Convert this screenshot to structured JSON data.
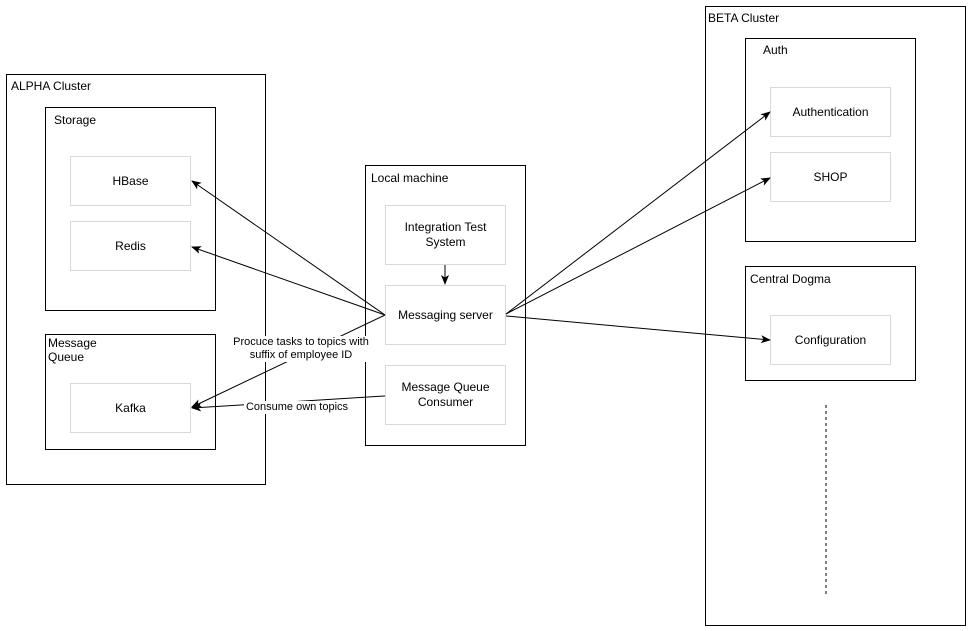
{
  "clusters": {
    "alpha": {
      "label": "ALPHA Cluster"
    },
    "beta": {
      "label": "BETA Cluster"
    },
    "local": {
      "label": "Local machine"
    }
  },
  "groups": {
    "storage": {
      "label": "Storage"
    },
    "message_queue": {
      "label": "Message\nQueue"
    },
    "auth": {
      "label": "Auth"
    },
    "central_dogma": {
      "label": "Central Dogma"
    }
  },
  "nodes": {
    "hbase": "HBase",
    "redis": "Redis",
    "kafka": "Kafka",
    "integration_test_system": "Integration Test\nSystem",
    "messaging_server": "Messaging server",
    "message_queue_consumer": "Message Queue\nConsumer",
    "authentication": "Authentication",
    "shop": "SHOP",
    "configuration": "Configuration"
  },
  "edge_labels": {
    "produce": "Procuce tasks to topics with\nsuffix of employee ID",
    "consume": "Consume own topics"
  },
  "colors": {
    "outline": "#000000",
    "node_border": "#d9d9d9",
    "background": "#ffffff"
  }
}
